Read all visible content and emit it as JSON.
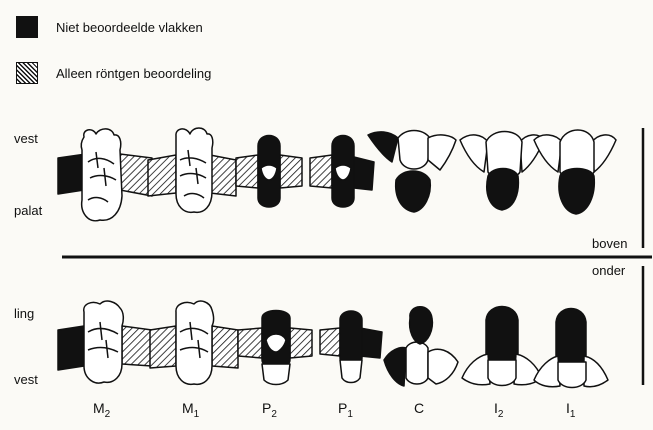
{
  "legend": {
    "items": [
      {
        "label": "Niet beoordeelde vlakken",
        "pattern": "solid"
      },
      {
        "label": "Alleen röntgen beoordeling",
        "pattern": "hatched"
      }
    ]
  },
  "jaw": {
    "upper_label": "boven",
    "lower_label": "onder",
    "upper_sides": {
      "top": "vest",
      "bottom": "palat"
    },
    "lower_sides": {
      "top": "ling",
      "bottom": "vest"
    }
  },
  "teeth": [
    {
      "letter": "M",
      "number": "2"
    },
    {
      "letter": "M",
      "number": "1"
    },
    {
      "letter": "P",
      "number": "2"
    },
    {
      "letter": "P",
      "number": "1"
    },
    {
      "letter": "C",
      "number": ""
    },
    {
      "letter": "I",
      "number": "2"
    },
    {
      "letter": "I",
      "number": "1"
    }
  ],
  "colors": {
    "ink": "#111111",
    "paper": "#fbfaf6"
  }
}
